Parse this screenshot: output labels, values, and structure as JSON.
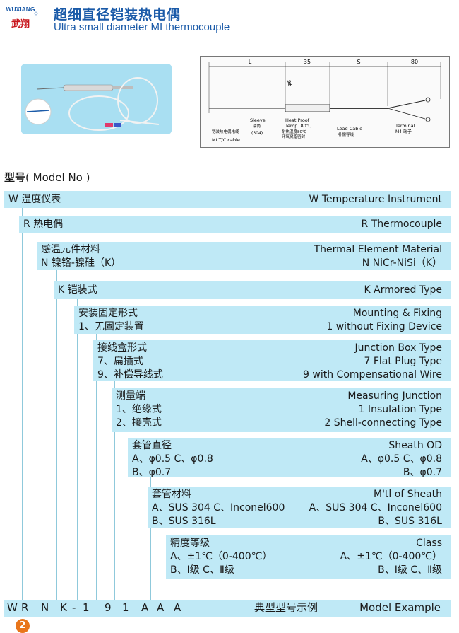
{
  "header": {
    "brand": "WUXIANG",
    "brand_cn": "武翔",
    "title_cn": "超细直径铠装热电偶",
    "title_en": "Ultra small diameter MI thermocouple"
  },
  "drawing": {
    "dim_l": "L",
    "dim_35": "35",
    "dim_s": "S",
    "dim_80": "80",
    "phi6": "φ6",
    "sleeve": "Sleeve",
    "sleeve_cn": "套筒",
    "sleeve_mat": "(304)",
    "heat_proof": "Heat Proof",
    "temp": "Temp. 80℃",
    "heat_cn": "耐热温度80℃",
    "heat_cn2": "环氧树脂密封",
    "lead_cable": "Lead Cable",
    "lead_cn": "补偿导线",
    "terminal": "Terminal",
    "terminal_m4": "M4 端子",
    "mi_cn": "铠装热电偶电缆",
    "mi_en": "MI T/C cable"
  },
  "model_heading": {
    "cn": "型号",
    "en": "( Model No )"
  },
  "rows": [
    {
      "left_lines": [
        "W  温度仪表"
      ],
      "right_lines": [
        "W    Temperature Instrument"
      ]
    },
    {
      "left_lines": [
        "R  热电偶"
      ],
      "right_lines": [
        "R    Thermocouple"
      ]
    },
    {
      "left_lines": [
        "感温元件材料",
        "N  镍铬-镍硅（K）"
      ],
      "right_lines": [
        "Thermal Element Material",
        "N     NiCr-NiSi（K）"
      ]
    },
    {
      "left_lines": [
        "K  铠装式"
      ],
      "right_lines": [
        "K  Armored Type"
      ]
    },
    {
      "left_lines": [
        "安装固定形式",
        "1、无固定装置"
      ],
      "right_lines": [
        "Mounting & Fixing",
        "1 without Fixing Device"
      ]
    },
    {
      "left_lines": [
        "接线盒形式",
        "7、扁插式",
        "9、补偿导线式"
      ],
      "right_lines": [
        "Junction Box Type",
        "7  Flat Plug Type",
        "9  with Compensational Wire"
      ]
    },
    {
      "left_lines": [
        "测量端",
        "1、绝缘式",
        "2、接壳式"
      ],
      "right_lines": [
        "Measuring Junction",
        "1  Insulation Type",
        "2  Shell-connecting Type"
      ]
    },
    {
      "left_lines": [
        "套管直径",
        "A、φ0.5   C、φ0.8",
        "B、φ0.7"
      ],
      "right_lines": [
        "Sheath  OD",
        "A、φ0.5    C、φ0.8",
        "B、φ0.7"
      ]
    },
    {
      "left_lines": [
        "套管材料",
        "A、SUS 304  C、Inconel600",
        "B、SUS 316L"
      ],
      "right_lines": [
        "M'tl of Sheath",
        "A、SUS 304  C、Inconel600",
        "B、SUS 316L"
      ]
    },
    {
      "left_lines": [
        "精度等级",
        "A、±1℃（0-400℃）",
        "B、Ⅰ级   C、Ⅱ级"
      ],
      "right_lines": [
        "Class",
        "A、±1℃（0-400℃）",
        "B、Ⅰ级   C、Ⅱ级"
      ]
    }
  ],
  "example": {
    "codes": [
      "W",
      "R",
      "N",
      "K",
      "-",
      "1",
      "9",
      "1",
      "A",
      "A",
      "A"
    ],
    "label_cn": "典型型号示例",
    "label_en": "Model Example"
  },
  "page_number": "2",
  "colors": {
    "accent": "#1a5aa8",
    "bar": "#bfe9f6",
    "page_badge": "#e8751a"
  }
}
